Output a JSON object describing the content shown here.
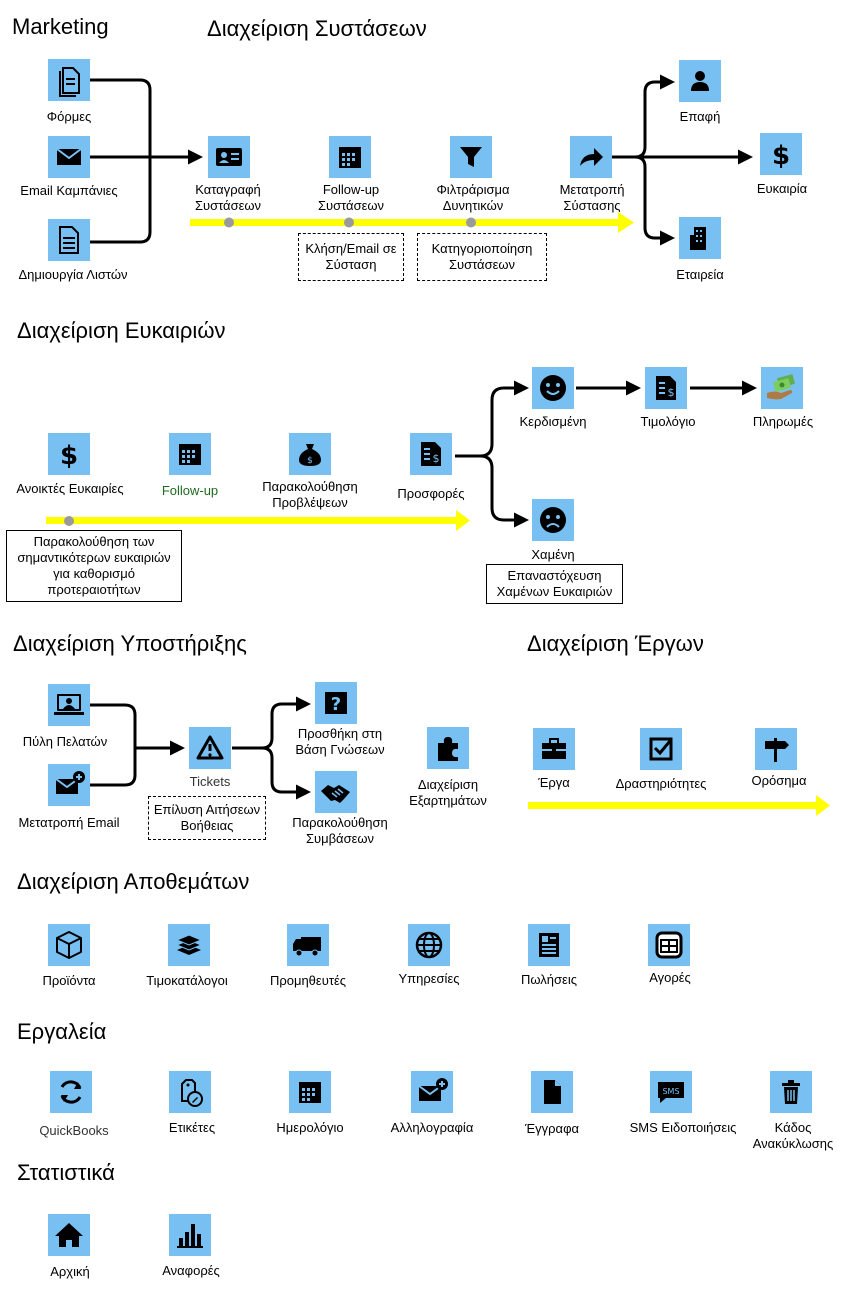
{
  "headings": {
    "marketing": "Marketing",
    "leads": "Διαχείριση Συστάσεων",
    "opportunities": "Διαχείριση Ευκαιριών",
    "support": "Διαχείριση Υποστήριξης",
    "projects": "Διαχείριση Έργων",
    "inventory": "Διαχείριση Αποθεμάτων",
    "tools": "Εργαλεία",
    "statistics": "Στατιστικά"
  },
  "marketing": {
    "forms": "Φόρμες",
    "email_campaigns": "Email Καμπάνιες",
    "list_creation": "Δημιουργία Λιστών"
  },
  "leads": {
    "capture": "Καταγραφή Συστάσεων",
    "followup": "Follow-up Συστάσεων",
    "filtering": "Φιλτράρισμα Δυνητικών",
    "conversion": "Μετατροπή Σύστασης",
    "contact": "Επαφή",
    "opportunity": "Ευκαιρία",
    "company": "Εταιρεία",
    "note_call": "Κλήση/Email σε Σύσταση",
    "note_categorize": "Κατηγοριοποίηση Συστάσεων"
  },
  "opportunities": {
    "open": "Ανοικτές Ευκαιρίες",
    "followup": "Follow-up",
    "forecast": "Παρακολούθηση Προβλέψεων",
    "quotes": "Προσφορές",
    "won": "Κερδισμένη",
    "invoice": "Τιμολόγιο",
    "payments": "Πληρωμές",
    "lost": "Χαμένη",
    "note_priority": "Παρακολούθηση των σημαντικότερων ευκαιριών για καθορισμό προτεραιοτήτων",
    "note_retarget": "Επαναστόχευση Χαμένων Ευκαιριών"
  },
  "support": {
    "portal": "Πύλη Πελατών",
    "email_convert": "Μετατροπή Email",
    "tickets": "Tickets",
    "kb_add": "Προσθήκη στη Βάση Γνώσεων",
    "contracts": "Παρακολούθηση Συμβάσεων",
    "note_resolve": "Επίλυση Αιτήσεων Βοήθειας",
    "components": "Διαχείριση Εξαρτημάτων"
  },
  "projects": {
    "projects": "Έργα",
    "activities": "Δραστηριότητες",
    "milestone": "Ορόσημα"
  },
  "inventory": {
    "products": "Προϊόντα",
    "pricebooks": "Τιμοκατάλογοι",
    "vendors": "Προμηθευτές",
    "services": "Υπηρεσίες",
    "sales": "Πωλήσεις",
    "purchases": "Αγορές"
  },
  "tools": {
    "quickbooks": "QuickBooks",
    "tags": "Ετικέτες",
    "calendar": "Ημερολόγιο",
    "mail": "Αλληλογραφία",
    "documents": "Έγγραφα",
    "sms": "SMS Ειδοποιήσεις",
    "recycle": "Κάδος Ανακύκλωσης",
    "sms_glyph": "SMS"
  },
  "statistics": {
    "home": "Αρχική",
    "reports": "Αναφορές"
  },
  "colors": {
    "icon_bg": "#79c0f2",
    "timeline": "#ffff00",
    "dot": "#9a9a9a",
    "followup_text": "#1f6b1f"
  }
}
